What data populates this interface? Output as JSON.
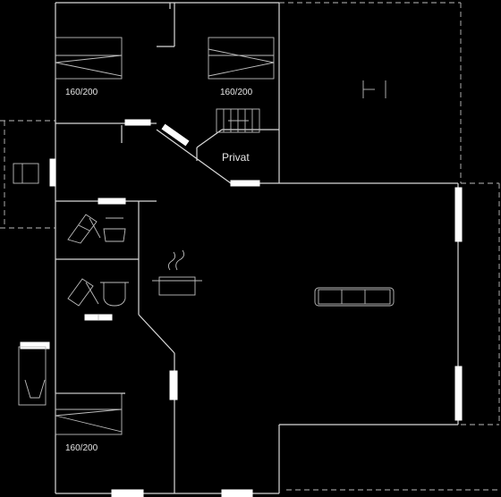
{
  "labels": {
    "bed_top_left": "160/200",
    "bed_top_right": "160/200",
    "bed_bottom_left": "160/200",
    "private_room": "Privat"
  },
  "icons": [
    "single-bed-icon",
    "double-bed-icon",
    "staircase-icon",
    "sofa-icon",
    "cooking-pot-icon",
    "toilet-icon",
    "sink-icon",
    "bathtub-icon",
    "door-icon",
    "window-icon"
  ]
}
